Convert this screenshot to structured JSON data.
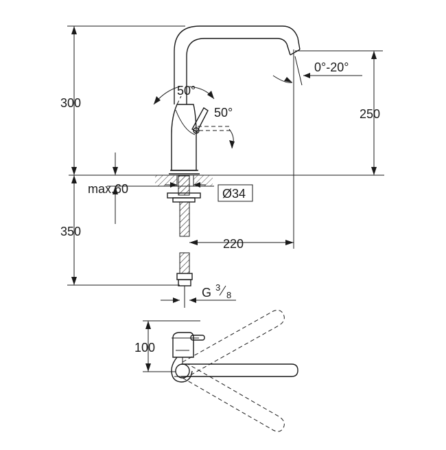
{
  "dimensions": {
    "total_height": "300",
    "spout_height": "250",
    "below_counter": "350",
    "spout_reach": "220",
    "handle_angle_top": "50°",
    "handle_angle_side": "50°",
    "spout_tilt": "0°-20°",
    "max_thickness": "max.60",
    "hole_diameter": "Ø34",
    "thread_prefix": "G",
    "thread_num": "3",
    "thread_den": "8",
    "top_view_depth": "100"
  }
}
